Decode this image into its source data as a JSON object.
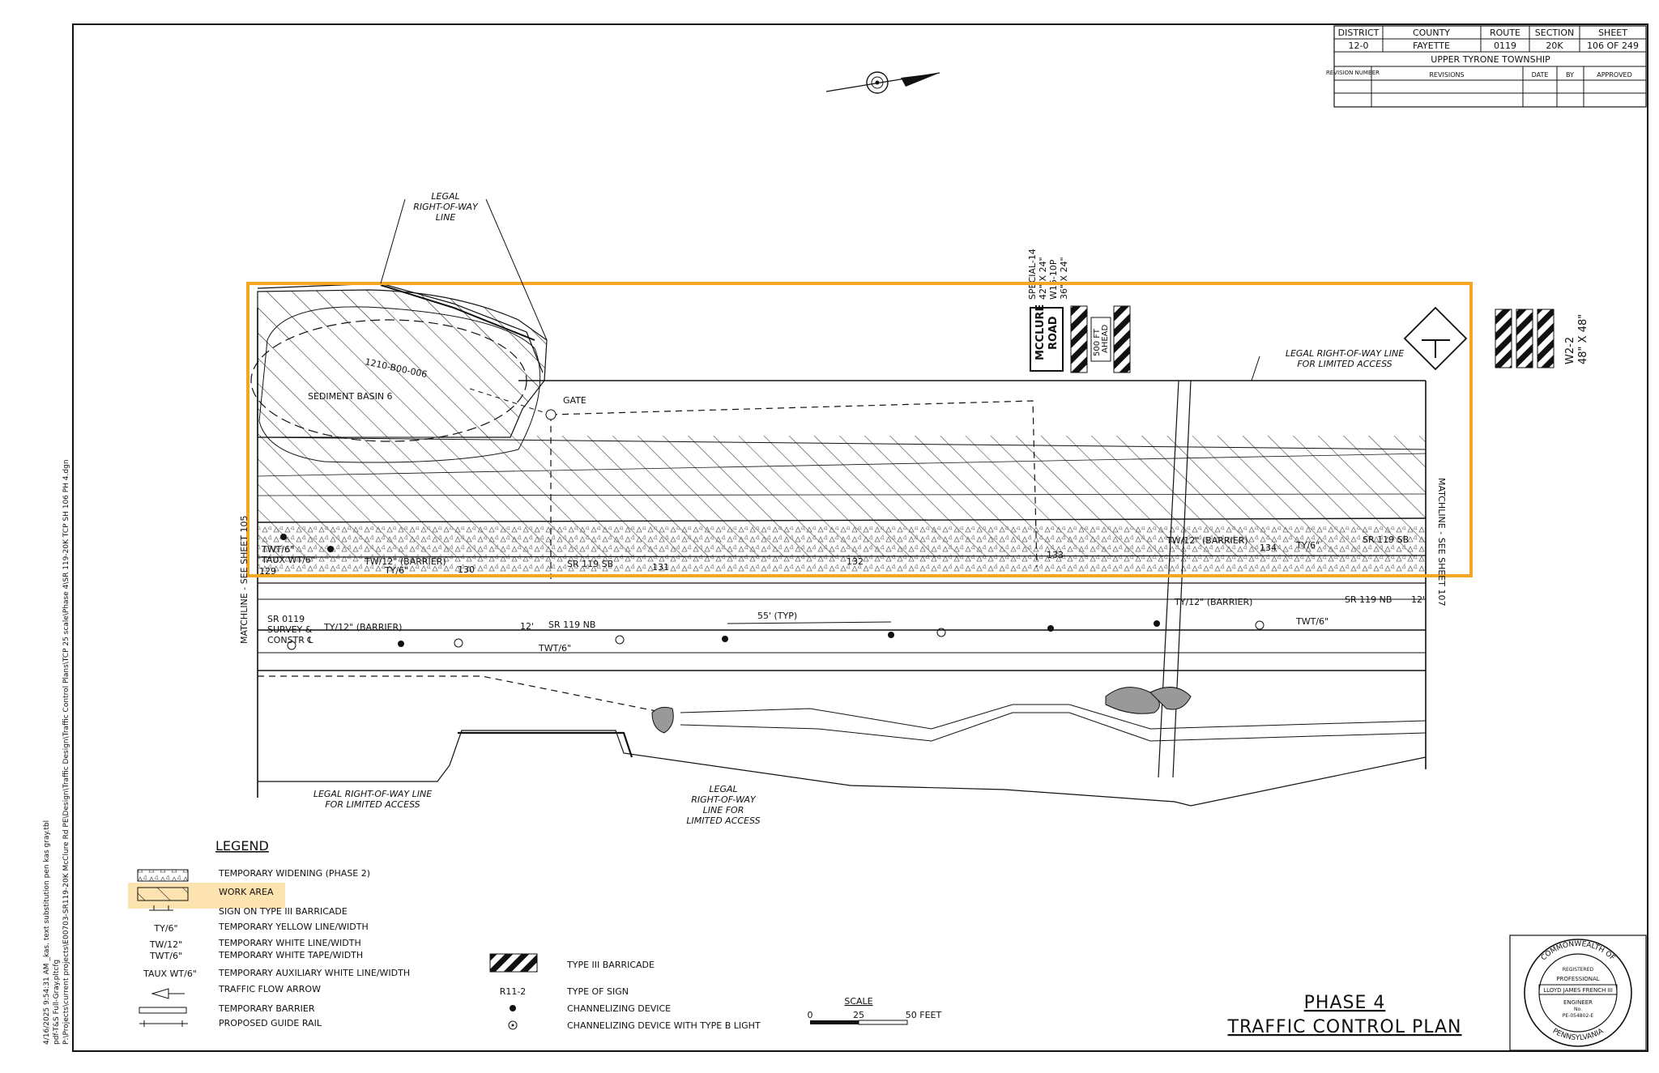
{
  "title_block": {
    "headers": [
      "DISTRICT",
      "COUNTY",
      "ROUTE",
      "SECTION",
      "SHEET"
    ],
    "values": [
      "12-0",
      "FAYETTE",
      "0119",
      "20K",
      "106 OF 249"
    ],
    "township": "UPPER TYRONE TOWNSHIP",
    "revision_headers": [
      "REVISION NUMBER",
      "REVISIONS",
      "DATE",
      "BY",
      "APPROVED"
    ]
  },
  "plan_title": {
    "line1": "PHASE 4",
    "line2": "TRAFFIC CONTROL PLAN"
  },
  "seal": {
    "ring_top": "COMMONWEALTH OF",
    "ring_bottom": "PENNSYLVANIA",
    "registered": "REGISTERED",
    "professional": "PROFESSIONAL",
    "name": "LLOYD JAMES FRENCH III",
    "engineer": "ENGINEER",
    "no": "No.",
    "license": "PE-054802-E"
  },
  "left_margin": {
    "line1": "4/16/2025  9:54:31 AM    _kas.    text substitution pen kas gray.tbl",
    "line2": "pdf-T&S Full-Gray.pltcfg",
    "line3": "P:\\Projects\\current projects\\E00703-SR119-20K McClure Rd PE\\Design\\Traffic Design\\Traffic Control Plans\\TCP 25 scale\\Phase 4\\SR 119-20K TCP SH 106 PH 4.dgn"
  },
  "annotations": {
    "legal_row_top": [
      "LEGAL",
      "RIGHT-OF-WAY",
      "LINE"
    ],
    "legal_row_limited_right": [
      "LEGAL RIGHT-OF-WAY LINE",
      "FOR LIMITED ACCESS"
    ],
    "legal_row_limited_left": [
      "LEGAL RIGHT-OF-WAY LINE",
      "FOR LIMITED ACCESS"
    ],
    "legal_row_limited_center": [
      "LEGAL",
      "RIGHT-OF-WAY",
      "LINE FOR",
      "LIMITED ACCESS"
    ],
    "sediment_basin": "SEDIMENT BASIN 6",
    "basin_code": "1210-B00-006",
    "gate": "GATE",
    "special_sign": [
      "SPECIAL-14",
      "42\" X 24\"",
      "W16-10P",
      "36\" X 24\""
    ],
    "mcclure_sign": [
      "MCCLURE",
      "ROAD"
    ],
    "ahead_sign": [
      "500 FT",
      "AHEAD"
    ],
    "w2_sign": [
      "W2-2",
      "48\" X 48\""
    ],
    "matchline_left": "MATCHLINE - SEE SHEET 105",
    "matchline_right": "MATCHLINE - SEE SHEET 107",
    "twt6_left": "TWT/6\"",
    "taux": "TAUX WT/6\"",
    "tw12_barrier_sb": "TW/12\" (BARRIER)",
    "ty6_left": "TY/6\"",
    "sr119_sb": "SR 119 SB",
    "sr119_sb_right": "SR 119 SB",
    "sr119_nb": "SR 119 NB",
    "sr119_nb_right": "SR 119 NB",
    "tw12_barrier_right": "TW/12\" (BARRIER)",
    "ty6_right": "TY/6\"",
    "ty12_barrier_nb": "TY/12\" (BARRIER)",
    "ty12_barrier_nb_right": "TY/12\" (BARRIER)",
    "twt6_nb": "TWT/6\"",
    "twt6_nb_right": "TWT/6\"",
    "typ_spacing": "55' (TYP)",
    "survey": [
      "SR 0119",
      "SURVEY &",
      "CONSTR ℄"
    ],
    "twelve_ft": "12'",
    "stations": [
      "129",
      "130",
      "131",
      "132",
      "133",
      "134"
    ]
  },
  "legend": {
    "heading": "LEGEND",
    "items_left": [
      {
        "symbol": "",
        "label": "TEMPORARY WIDENING (PHASE 2)"
      },
      {
        "symbol": "",
        "label": "WORK AREA"
      },
      {
        "symbol": "",
        "label": "SIGN ON TYPE III BARRICADE"
      },
      {
        "symbol": "TY/6\"",
        "label": "TEMPORARY YELLOW LINE/WIDTH"
      },
      {
        "symbol": "TW/12\"",
        "label": "TEMPORARY WHITE LINE/WIDTH"
      },
      {
        "symbol": "TWT/6\"",
        "label": "TEMPORARY WHITE TAPE/WIDTH"
      },
      {
        "symbol": "TAUX WT/6\"",
        "label": "TEMPORARY AUXILIARY WHITE LINE/WIDTH"
      },
      {
        "symbol": "",
        "label": "TRAFFIC FLOW ARROW"
      },
      {
        "symbol": "",
        "label": "TEMPORARY BARRIER"
      },
      {
        "symbol": "",
        "label": "PROPOSED GUIDE RAIL"
      }
    ],
    "items_right": [
      {
        "symbol": "",
        "label": "TYPE III BARRICADE"
      },
      {
        "symbol": "R11-2",
        "label": "TYPE OF SIGN"
      },
      {
        "symbol": "",
        "label": "CHANNELIZING DEVICE"
      },
      {
        "symbol": "",
        "label": "CHANNELIZING DEVICE WITH TYPE B LIGHT"
      }
    ]
  },
  "scale_bar": {
    "label": "SCALE",
    "ticks": [
      "0",
      "25",
      "50 FEET"
    ]
  },
  "colors": {
    "highlight": "#f5a623",
    "highlight_fill": "#fde3b0",
    "ink": "#111111"
  }
}
